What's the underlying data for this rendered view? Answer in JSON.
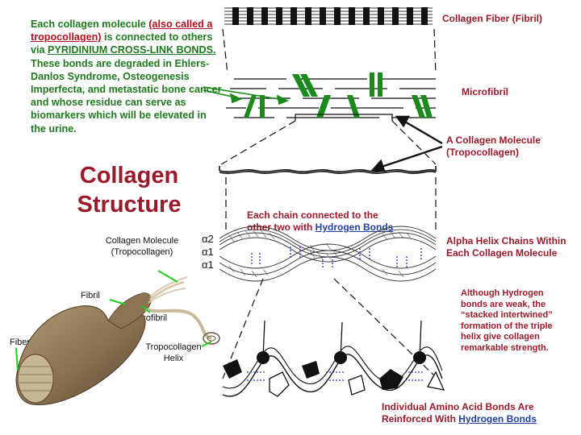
{
  "intro": {
    "part1": "Each collagen molecule ",
    "part2": "(also called a tropocollagen)",
    "part3": " is connected to others via ",
    "part4": "PYRIDINIUM CROSS-LINK BONDS.",
    "part5": " These bonds are degraded in Ehlers-Danlos Syndrome, Osteogenesis Imperfecta, and metastatic bone cancer and whose residue can serve as biomarkers which will be elevated in the urine."
  },
  "title": {
    "line1": "Collagen",
    "line2": "Structure"
  },
  "labels": {
    "fiber_fibril": "Collagen Fiber (Fibril)",
    "microfibril": "Microfibril",
    "collagen_molecule_1": "A Collagen Molecule",
    "collagen_molecule_2": "(Tropocollagen)",
    "chain_text_1": "Each chain connected to the",
    "chain_text_2": "other two with ",
    "chain_text_link": "Hydrogen Bonds",
    "alpha_helix": "Alpha Helix Chains Within Each Collagen Molecule",
    "h_bonds_note": "Although Hydrogen bonds are weak, the “stacked intertwined” formation of the triple helix give collagen remarkable strength.",
    "amino_1": "Individual Amino Acid Bonds Are",
    "amino_2": "Reinforced With ",
    "amino_link": "Hydrogen Bonds"
  },
  "greek": {
    "a2": "α2",
    "a1a": "α1",
    "a1b": "α1"
  },
  "illustration": {
    "collagen_molecule": "Collagen Molecule (Tropocollagen)",
    "fibril": "Fibril",
    "microfibril": "Microfibril",
    "tropocollagen_helix": "Tropocollagen Helix",
    "fiber": "Fiber"
  },
  "colors": {
    "dark_red": "#9b1a2a",
    "green": "#1f7a1f",
    "navy": "#1f3f9f",
    "bright_green": "#22cc22"
  }
}
